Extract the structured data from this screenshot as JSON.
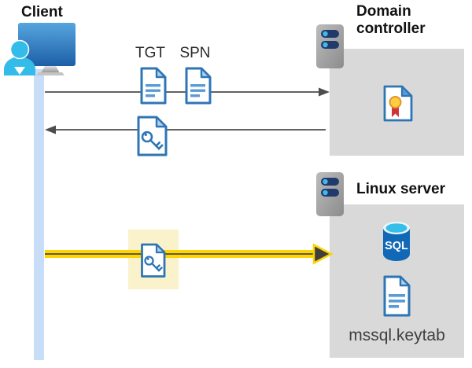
{
  "diagram": {
    "client": {
      "label": "Client"
    },
    "tgt": {
      "label": "TGT"
    },
    "spn": {
      "label": "SPN"
    },
    "domain_controller": {
      "label": "Domain controller"
    },
    "linux_server": {
      "label": "Linux server"
    },
    "sql_database": {
      "label": "SQL"
    },
    "keytab_file": {
      "label": "mssql.keytab"
    }
  },
  "icons": {
    "client": "client-workstation-icon",
    "domain_controller": "server-icon",
    "linux_server": "server-icon",
    "tgt": "document-icon",
    "spn": "document-icon",
    "ticket_returned": "key-file-icon",
    "ticket_presented": "key-file-icon",
    "certificate": "certificate-icon",
    "database": "sql-database-icon",
    "keytab": "document-icon"
  },
  "colors": {
    "doc_border_blue": "#2E75B6",
    "doc_line_blue": "#5B9BD5",
    "fold_light_blue": "#B4CFEA",
    "timeline_blue": "#C7DDF8",
    "box_gray": "#D9D9D9",
    "arrow_gray": "#4D4D4D",
    "gold_arrow": "#FFD400",
    "highlight_yellow": "#FAF2CB",
    "server_navy": "#1F3A6B",
    "server_cyan": "#41B9E8",
    "sql_body_blue": "#1068B6",
    "sql_top_cyan": "#35BEE8",
    "cert_ribbon_red": "#CF3438",
    "cert_seal_gold": "#FFCE3E",
    "person_cyan": "#33BCEA",
    "monitor_blue_top": "#56A5DE",
    "monitor_blue_bottom": "#1D5FA8"
  }
}
